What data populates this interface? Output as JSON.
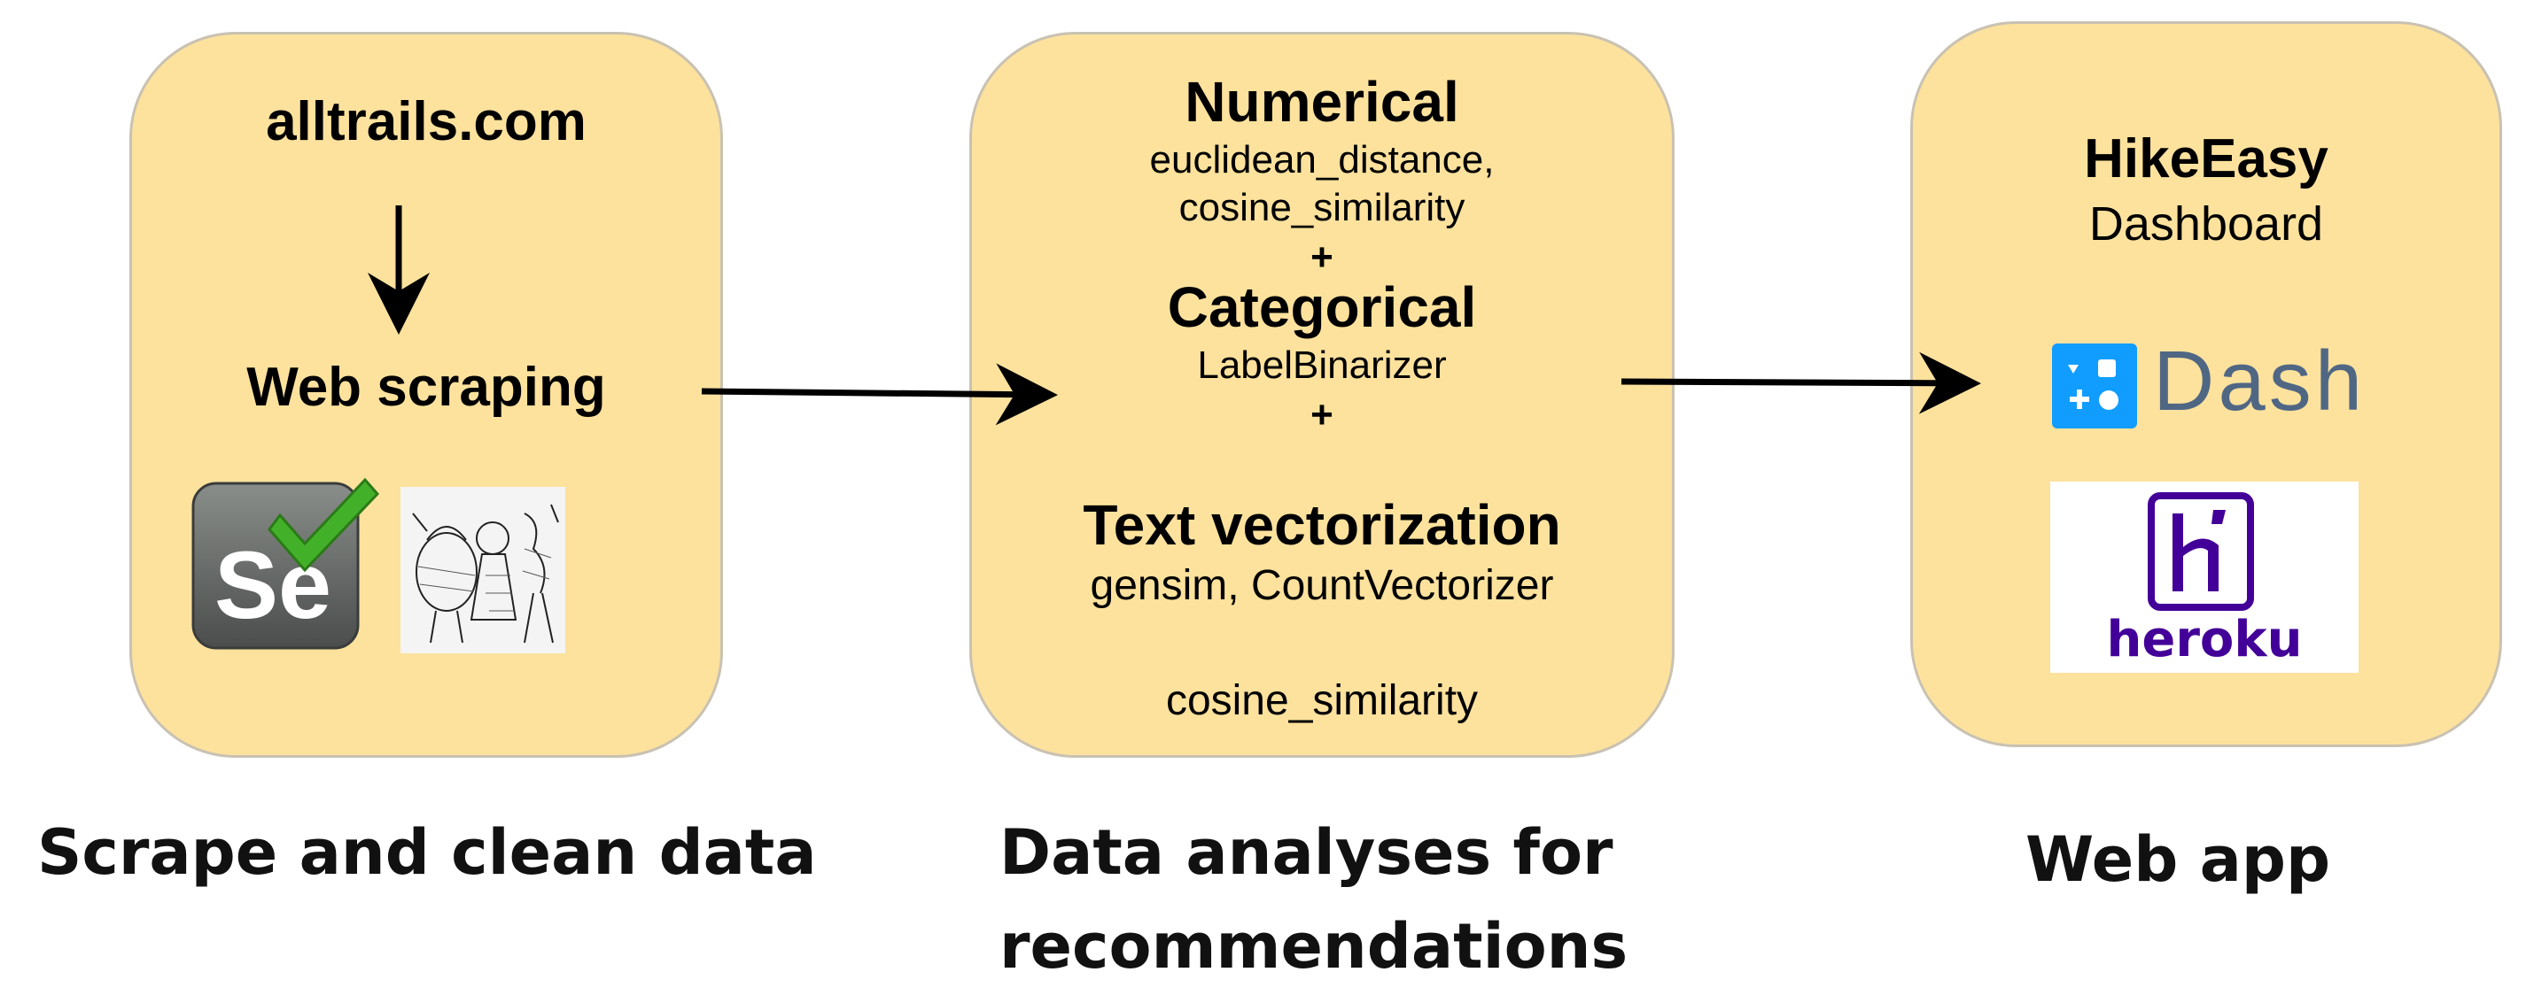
{
  "panels": {
    "scrape": {
      "source": "alltrails.com",
      "step": "Web scraping",
      "logos": {
        "selenium": {
          "icon": "selenium-logo",
          "letters": "Se",
          "color": "#5f6360",
          "check_color": "#43b02a"
        },
        "beautifulsoup": {
          "icon": "beautifulsoup-illustration"
        }
      }
    },
    "analysis": {
      "numerical_title": "Numerical",
      "numerical_line1": "euclidean_distance,",
      "numerical_line2": "cosine_similarity",
      "plus": "+",
      "categorical_title": "Categorical",
      "categorical_detail": "LabelBinarizer",
      "text_title": "Text vectorization",
      "text_detail": "gensim, CountVectorizer",
      "similarity": "cosine_similarity"
    },
    "webapp": {
      "title": "HikeEasy",
      "subtitle": "Dashboard",
      "dash_label": "Dash",
      "dash_color": "#119dff",
      "dash_text_color": "#506784",
      "heroku_label": "heroku",
      "heroku_color": "#430098"
    }
  },
  "captions": {
    "scrape": "Scrape and clean data",
    "analysis_line1": "Data analyses for",
    "analysis_line2": "recommendations",
    "webapp": "Web app"
  },
  "colors": {
    "panel_fill": "#fde29d",
    "panel_border": "#c9c2b2",
    "arrow": "#000000"
  }
}
